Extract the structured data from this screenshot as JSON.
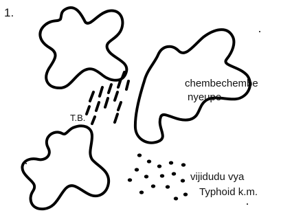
{
  "figure_number": "1.",
  "labels": {
    "tb": "T.B.",
    "cells_line1": "chembechembe",
    "cells_line2": "nyeupe",
    "typhoid_line1": "vijidudu vya",
    "typhoid_line2": "Typhoid k.m."
  }
}
